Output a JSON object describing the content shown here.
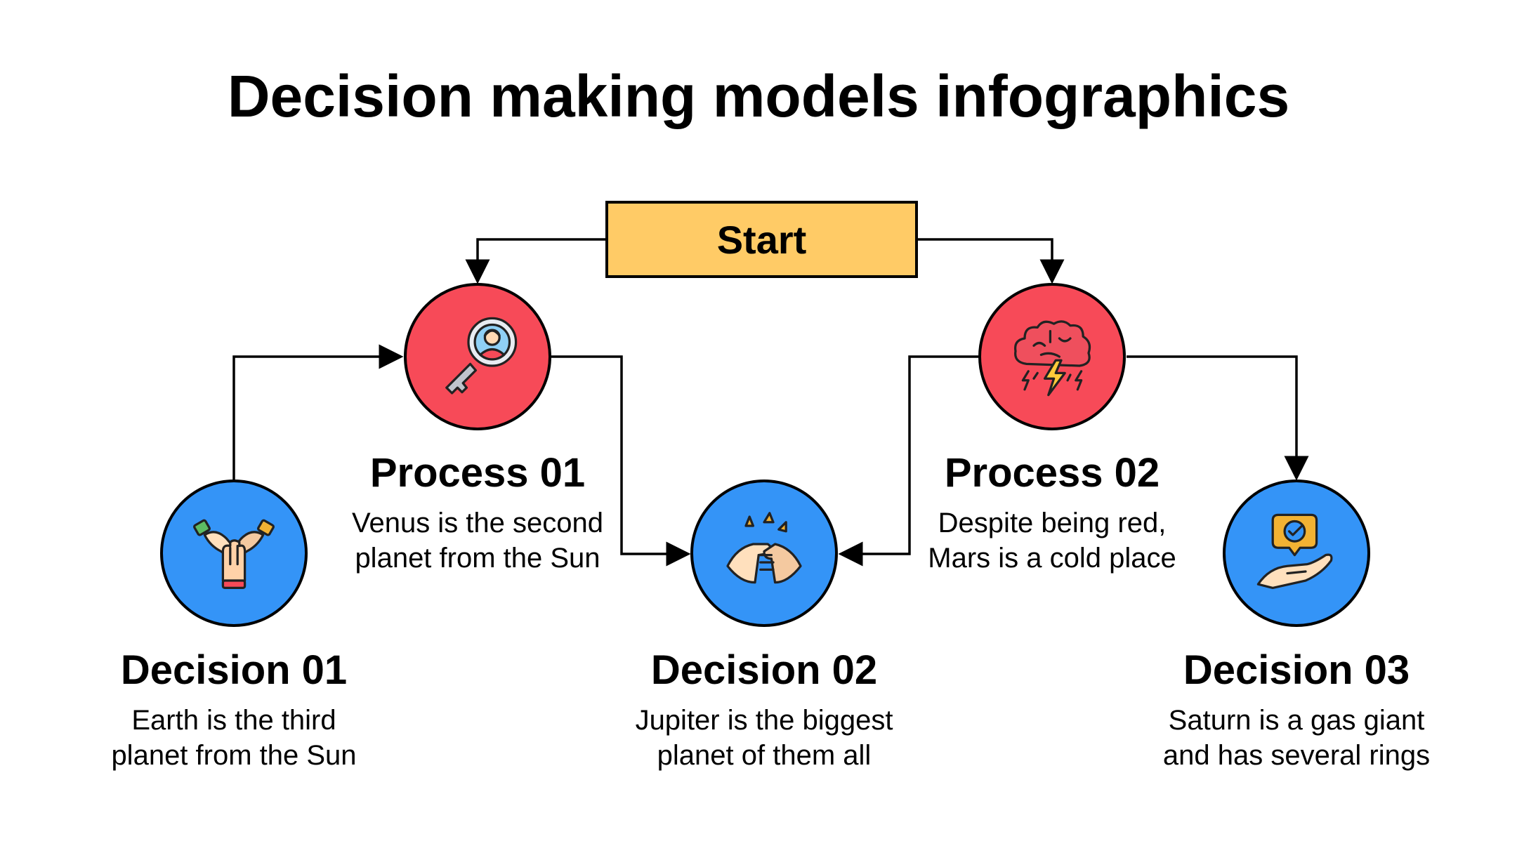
{
  "title": "Decision making models infographics",
  "start": {
    "label": "Start"
  },
  "colors": {
    "start_fill": "#ffcb66",
    "process_fill": "#f74a58",
    "decision_fill": "#3494f7",
    "outline": "#000000"
  },
  "processes": [
    {
      "title": "Process 01",
      "desc_line1": "Venus is the second",
      "desc_line2": "planet from the Sun",
      "icon": "magnifier-key-person-icon"
    },
    {
      "title": "Process 02",
      "desc_line1": "Despite being red,",
      "desc_line2": "Mars is a cold place",
      "icon": "brain-lightning-icon"
    }
  ],
  "decisions": [
    {
      "title": "Decision 01",
      "desc_line1": "Earth is the third",
      "desc_line2": "planet from the Sun",
      "icon": "hands-together-icon"
    },
    {
      "title": "Decision 02",
      "desc_line1": "Jupiter is the biggest",
      "desc_line2": "planet of them all",
      "icon": "handshake-icon"
    },
    {
      "title": "Decision 03",
      "desc_line1": "Saturn is a gas giant",
      "desc_line2": "and has several rings",
      "icon": "hand-check-bubble-icon"
    }
  ]
}
